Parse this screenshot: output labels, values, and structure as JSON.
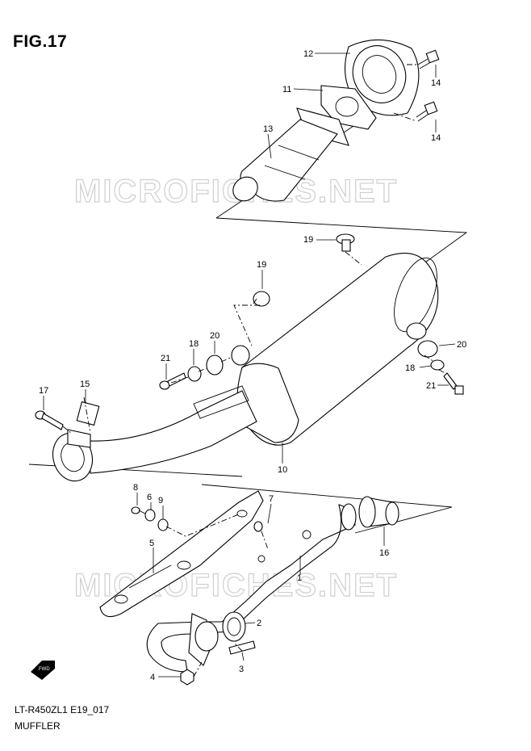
{
  "figure": {
    "title": "FIG.17",
    "code": "LT-R450ZL1 E19_017",
    "caption": "MUFFLER"
  },
  "watermark": "MICROFICHES.NET",
  "fwd_label": "FWD",
  "callouts": {
    "c1": "1",
    "c2": "2",
    "c3": "3",
    "c4": "4",
    "c5": "5",
    "c6": "6",
    "c7": "7",
    "c8": "8",
    "c9": "9",
    "c10": "10",
    "c11": "11",
    "c12": "12",
    "c13": "13",
    "c14a": "14",
    "c14b": "14",
    "c15": "15",
    "c16": "16",
    "c17": "17",
    "c18a": "18",
    "c18b": "18",
    "c19a": "19",
    "c19b": "19",
    "c20a": "20",
    "c20b": "20",
    "c21a": "21",
    "c21b": "21"
  }
}
